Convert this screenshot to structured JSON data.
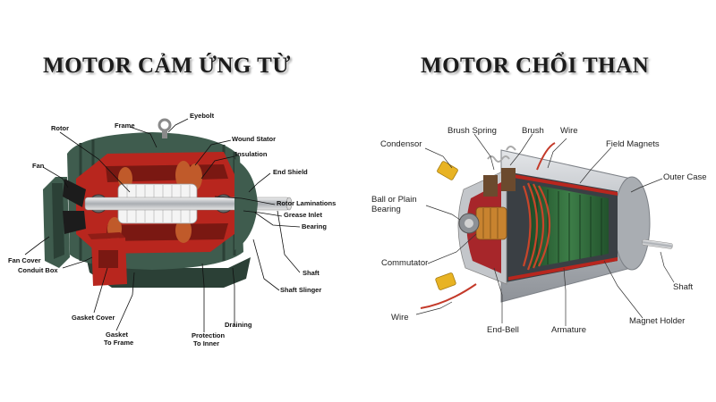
{
  "left": {
    "title": "MOTOR CẢM ỨNG TỪ",
    "labels": {
      "frame": "Frame",
      "eyebolt": "Eyebolt",
      "rotor": "Rotor",
      "wound_stator": "Wound Stator",
      "insulation": "Insulation",
      "fan": "Fan",
      "end_shield": "End Shield",
      "rotor_laminations": "Rotor Laminations",
      "grease_inlet": "Grease Inlet",
      "bearing": "Bearing",
      "fan_cover": "Fan Cover",
      "conduit_box": "Conduit Box",
      "shaft": "Shaft",
      "shaft_slinger": "Shaft Slinger",
      "gasket_cover": "Gasket Cover",
      "gasket_to_frame_1": "Gasket",
      "gasket_to_frame_2": "To Frame",
      "protection_1": "Protection",
      "protection_2": "To Inner",
      "draining": "Draining"
    }
  },
  "right": {
    "title": "MOTOR CHỔI THAN",
    "labels": {
      "condensor": "Condensor",
      "brush_spring": "Brush Spring",
      "brush": "Brush",
      "wire_top": "Wire",
      "field_magnets": "Field Magnets",
      "outer_case": "Outer Case",
      "ball_bearing_1": "Ball or Plain",
      "ball_bearing_2": "Bearing",
      "commutator": "Commutator",
      "shaft": "Shaft",
      "wire_bottom": "Wire",
      "end_bell": "End-Bell",
      "armature": "Armature",
      "magnet_holder": "Magnet Holder"
    }
  },
  "colors": {
    "motor_green": "#3f5c4e",
    "motor_green_dark": "#2b4036",
    "cutaway_red": "#b8261e",
    "case_silver": "#c9ccd0",
    "armature_green": "#2f6b3a",
    "copper": "#c05a2a",
    "capacitor_yellow": "#e8b323"
  }
}
